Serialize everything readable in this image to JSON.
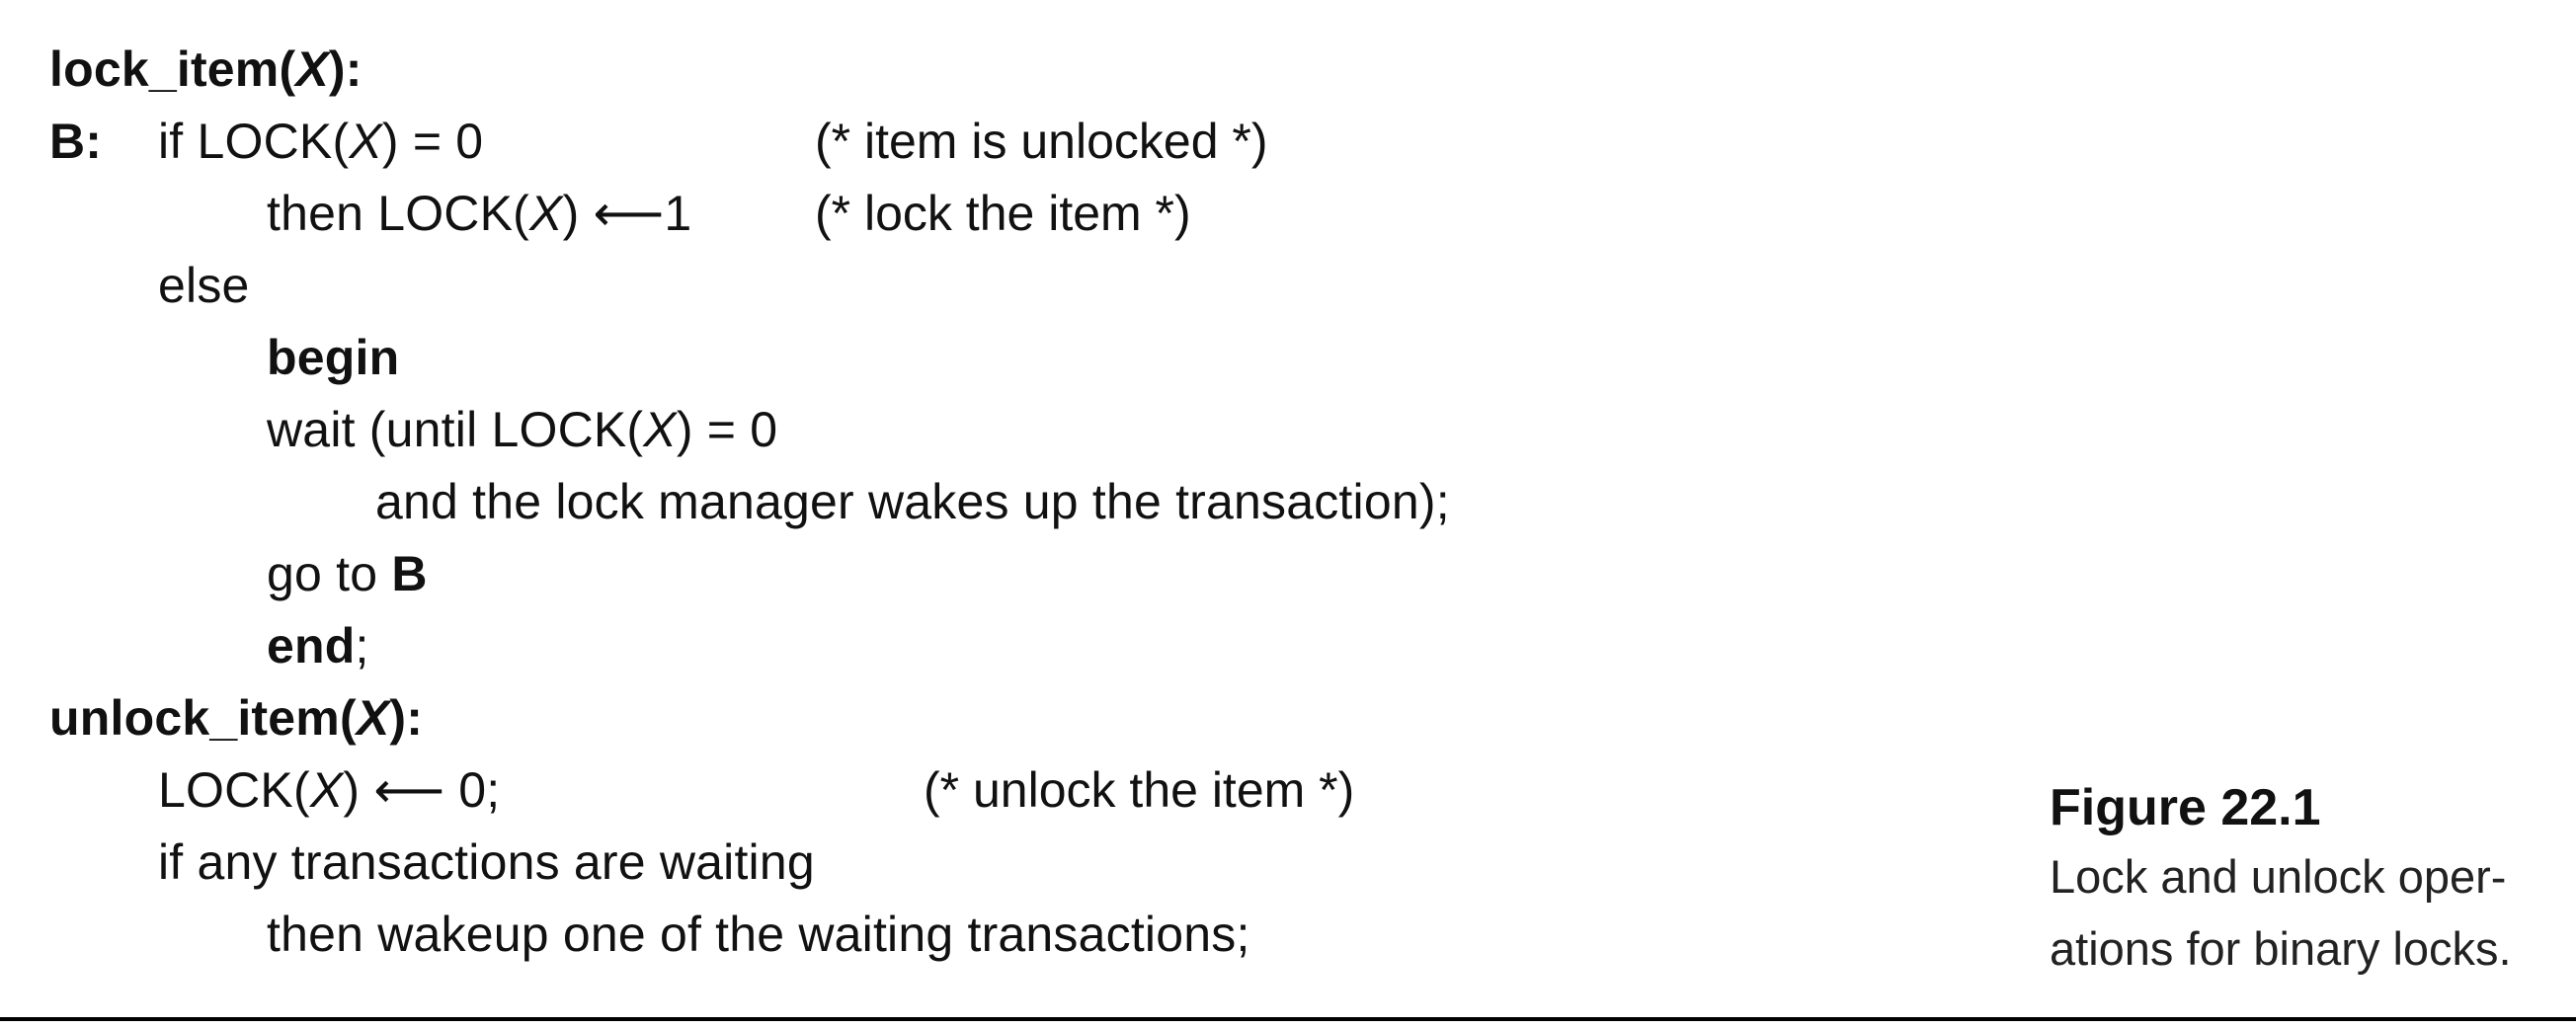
{
  "lock_item": {
    "name_prefix": "lock_item(",
    "var": "X",
    "name_suffix": "):",
    "label_b": "B:",
    "l1_if": "if LOCK(",
    "l1_var": "X",
    "l1_rest": ") = 0",
    "l1_comment": "(* item is unlocked *)",
    "l2_then": "then LOCK(",
    "l2_var": "X",
    "l2_rest": ") ⟵1",
    "l2_comment": "(* lock the item *)",
    "l3_else": "else",
    "l4_begin": "begin",
    "l5_wait": "wait (until LOCK(",
    "l5_var": "X",
    "l5_rest": ") = 0",
    "l6_and": "and the lock manager wakes up the transaction);",
    "l7_goto": "go to ",
    "l7_b": "B",
    "l8_end": "end",
    "l8_semi": ";"
  },
  "unlock_item": {
    "name_prefix": "unlock_item(",
    "var": "X",
    "name_suffix": "):",
    "l1_lock": "LOCK(",
    "l1_var": "X",
    "l1_rest": ") ⟵ 0;",
    "l1_comment": "(* unlock the item *)",
    "l2_if": "if any transactions are waiting",
    "l3_then": "then wakeup one of the waiting transactions;"
  },
  "caption": {
    "title": "Figure 22.1",
    "line1": "Lock and unlock oper-",
    "line2": "ations for binary locks."
  }
}
